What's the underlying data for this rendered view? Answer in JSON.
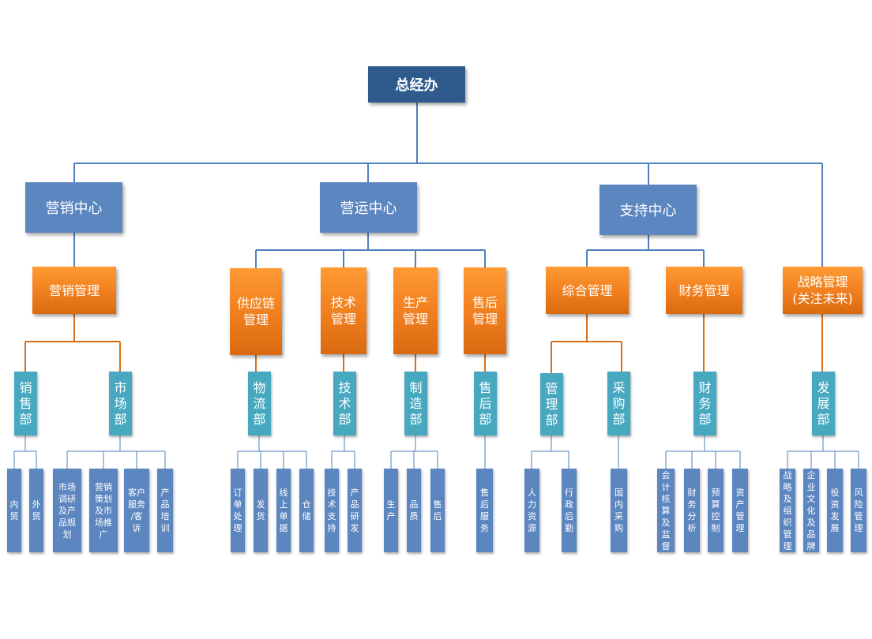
{
  "colors": {
    "top": "#2f5a8c",
    "center": "#5b86c0",
    "management": "#f08a24",
    "department": "#47a8c0",
    "leaf": "#5b86c0",
    "line_blue": "#4f81bd",
    "line_orange": "#d6711b"
  },
  "top": "总经办",
  "centers": {
    "marketing": "营销中心",
    "operations": "营运中心",
    "support": "支持中心"
  },
  "management": {
    "marketing": "营销管理",
    "supply_chain": "供应链\n管理",
    "technology": "技术\n管理",
    "production": "生产\n管理",
    "after_sales": "售后\n管理",
    "general": "综合管理",
    "finance": "财务管理",
    "strategy": "战略管理\n(关注未来)"
  },
  "departments": {
    "sales": "销\n售\n部",
    "market": "市\n场\n部",
    "logistics": "物\n流\n部",
    "tech": "技\n术\n部",
    "manufacturing": "制\n造\n部",
    "after_sales": "售\n后\n部",
    "administration": "管\n理\n部",
    "procurement": "采\n购\n部",
    "finance": "财\n务\n部",
    "development": "发\n展\n部"
  },
  "leaves": {
    "domestic_trade": "内\n贸",
    "foreign_trade": "外\n贸",
    "market_research": "市场\n调研\n及产\n品规\n划",
    "marketing_planning": "营销\n策划\n及市\n场推\n广",
    "customer_service": "客户\n服务\n/客\n诉",
    "product_training": "产\n品\n培\n训",
    "order_processing": "订\n单\n处\n理",
    "shipping": "发\n货",
    "online_orders": "线\n上\n单\n据",
    "warehousing": "仓\n储",
    "tech_support": "技\n术\n支\n持",
    "product_rd": "产\n品\n研\n发",
    "production": "生\n产",
    "quality": "品\n质",
    "after_sale": "售\n后",
    "after_sales_service": "售\n后\n服\n务",
    "human_resources": "人\n力\n资\n源",
    "admin_logistics": "行\n政\n后\n勤",
    "domestic_purchasing": "国\n内\n采\n购",
    "accounting": "会\n计\n核\n算\n及\n监\n督",
    "financial_analysis": "财\n务\n分\n析",
    "budget_control": "预\n算\n控\n制",
    "asset_management": "资\n产\n管\n理",
    "strategy_org": "战\n略\n及\n组\n织\n管\n理",
    "culture_brand": "企\n业\n文\n化\n及\n品\n牌",
    "investment_dev": "投\n资\n发\n展",
    "risk_management": "风\n险\n管\n理"
  }
}
